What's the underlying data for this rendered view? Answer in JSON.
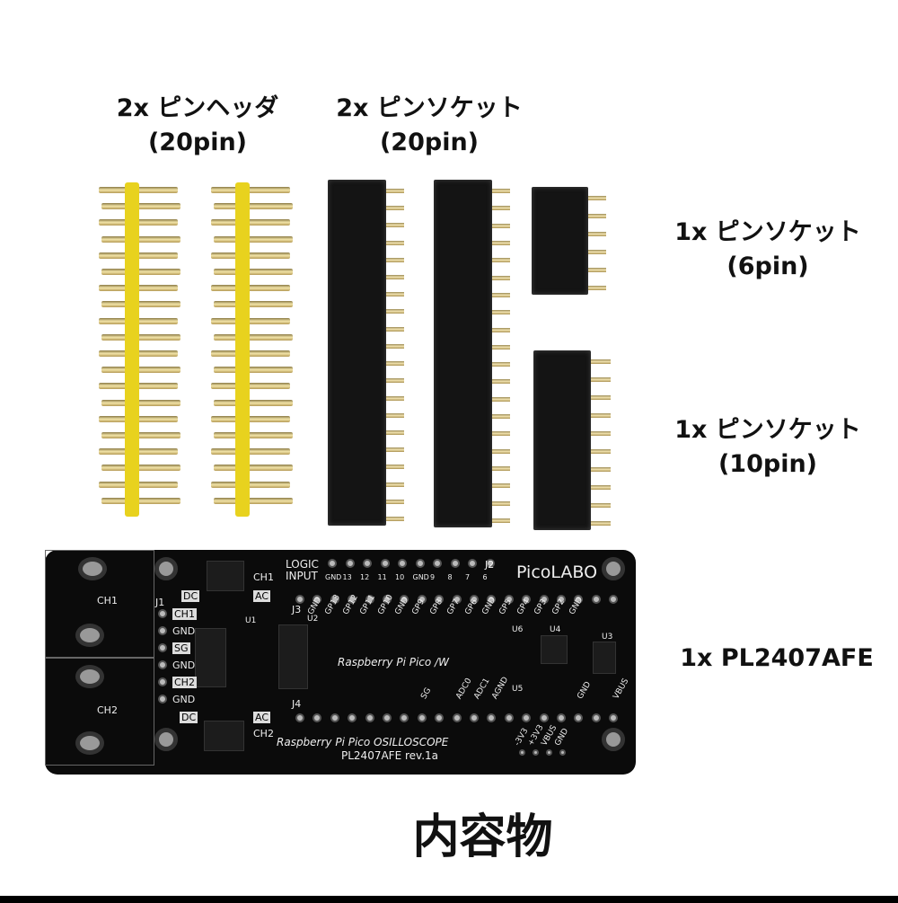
{
  "labels": {
    "pin_header": {
      "line1": "2x ピンヘッダ",
      "line2": "(20pin)"
    },
    "pin_socket_20": {
      "line1": "2x ピンソケット",
      "line2": "(20pin)"
    },
    "pin_socket_6": {
      "line1": "1x ピンソケット",
      "line2": "(6pin)"
    },
    "pin_socket_10": {
      "line1": "1x ピンソケット",
      "line2": "(10pin)"
    },
    "board": "1x PL2407AFE",
    "title": "内容物"
  },
  "pcb": {
    "logic_input": "LOGIC INPUT",
    "j2_pins": [
      "GND",
      "13",
      "12",
      "11",
      "10",
      "GND",
      "9",
      "8",
      "7",
      "6"
    ],
    "j2": "J2",
    "j1": "J1",
    "j3": "J3",
    "j4": "J4",
    "brand": "PicoLABO",
    "ch1": "CH1",
    "ch2": "CH2",
    "dc": "DC",
    "ac": "AC",
    "j1_pins": [
      "CH1",
      "GND",
      "SG",
      "GND",
      "CH2",
      "GND"
    ],
    "j3_pins": [
      "GND",
      "GP13",
      "GP12",
      "GP11",
      "GP10",
      "GND",
      "GP9",
      "GP8",
      "GP7",
      "GP6",
      "GND",
      "GP5",
      "GP4",
      "GP3",
      "GP2",
      "GND"
    ],
    "j4_pins": [
      "SG",
      "ADC0",
      "ADC1",
      "AGND",
      "GND",
      "VBUS"
    ],
    "u": [
      "U1",
      "U2",
      "U3",
      "U4",
      "U5",
      "U6"
    ],
    "pico": "Raspberry Pi Pico /W",
    "product": "Raspberry Pi Pico OSILLOSCOPE",
    "rev": "PL2407AFE rev.1a",
    "power_pins": [
      "-3V3",
      "+3V3",
      "VBUS",
      "GND"
    ]
  }
}
